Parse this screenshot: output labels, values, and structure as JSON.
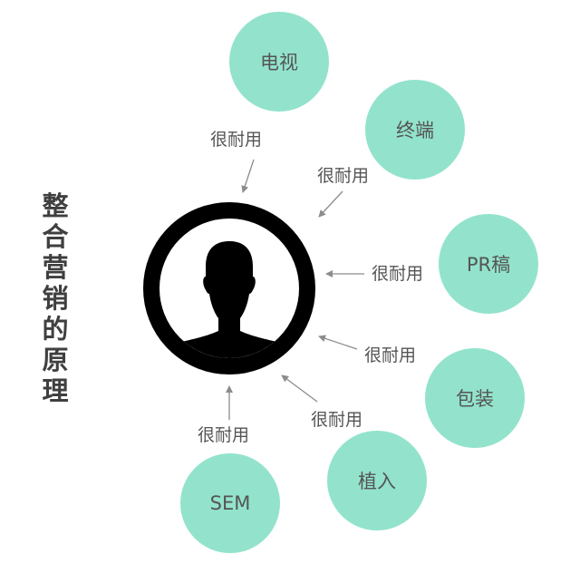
{
  "title": "整合营销的原理",
  "colors": {
    "node_fill": "#93e3cc",
    "text": "#555555",
    "title_text": "#3f3f3f",
    "arrow": "#8c8c8c",
    "center_icon": "#000000"
  },
  "center": {
    "icon": "person-avatar-icon"
  },
  "nodes": [
    {
      "label": "电视"
    },
    {
      "label": "终端"
    },
    {
      "label": "PR稿"
    },
    {
      "label": "包装"
    },
    {
      "label": "植入"
    },
    {
      "label": "SEM"
    }
  ],
  "edges": [
    {
      "from": "电视",
      "label": "很耐用"
    },
    {
      "from": "终端",
      "label": "很耐用"
    },
    {
      "from": "PR稿",
      "label": "很耐用"
    },
    {
      "from": "包装",
      "label": "很耐用"
    },
    {
      "from": "植入",
      "label": "很耐用"
    },
    {
      "from": "SEM",
      "label": "很耐用"
    }
  ]
}
